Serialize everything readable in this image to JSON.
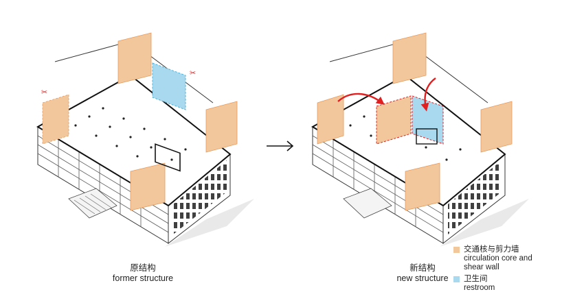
{
  "captions": {
    "left": {
      "cn": "原结构",
      "en": "former structure"
    },
    "right": {
      "cn": "新结构",
      "en": "new structure"
    }
  },
  "legend": {
    "items": [
      {
        "cn": "交通核与剪力墙",
        "en": [
          "circulation core and",
          "shear wall"
        ],
        "color": "#f2c79c"
      },
      {
        "cn": "卫生间",
        "en": [
          "restroom"
        ],
        "color": "#a9d9ee"
      }
    ]
  },
  "colors": {
    "core": "#f2c79c",
    "core_edge": "#e89a5a",
    "restroom": "#a9d9ee",
    "restroom_edge": "#4cb2dc",
    "highlight_red": "#e02020",
    "arrow": "#111111"
  },
  "icons": [
    "scissors-icon",
    "right-arrow-icon",
    "red-curved-arrow-icon"
  ]
}
